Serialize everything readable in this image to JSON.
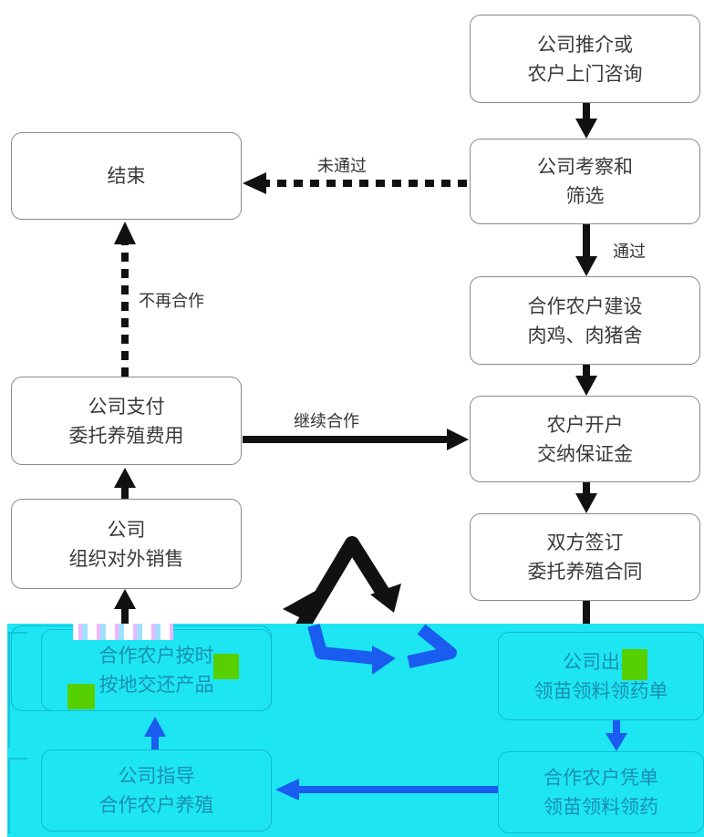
{
  "nodes": {
    "consult": {
      "line1": "公司推介或",
      "line2": "农户上门咨询"
    },
    "inspect": {
      "line1": "公司考察和",
      "line2": "筛选"
    },
    "end": {
      "line1": "结束"
    },
    "build": {
      "line1": "合作农户建设",
      "line2": "肉鸡、肉猪舍"
    },
    "deposit": {
      "line1": "农户开户",
      "line2": "交纳保证金"
    },
    "contract": {
      "line1": "双方签订",
      "line2": "委托养殖合同"
    },
    "pay": {
      "line1": "公司支付",
      "line2": "委托养殖费用"
    },
    "sales": {
      "line1": "公司",
      "line2": "组织对外销售"
    },
    "deliver": {
      "line1": "合作农户按时",
      "line2": "按地交还产品"
    },
    "issue": {
      "line1": "公司出具",
      "line2": "领苗领料领药单"
    },
    "guide": {
      "line1": "公司指导",
      "line2": "合作农户养殖"
    },
    "receipt": {
      "line1": "合作农户凭单",
      "line2": "领苗领料领药"
    }
  },
  "edge_labels": {
    "not_passed": "未通过",
    "passed": "通过",
    "no_more": "不再合作",
    "continue": "继续合作"
  },
  "colors": {
    "arrow": "#111111",
    "cyan_band": "#1de6f2",
    "cyan_arrow": "#1a5cf0",
    "glitch_green": "#57d000"
  }
}
